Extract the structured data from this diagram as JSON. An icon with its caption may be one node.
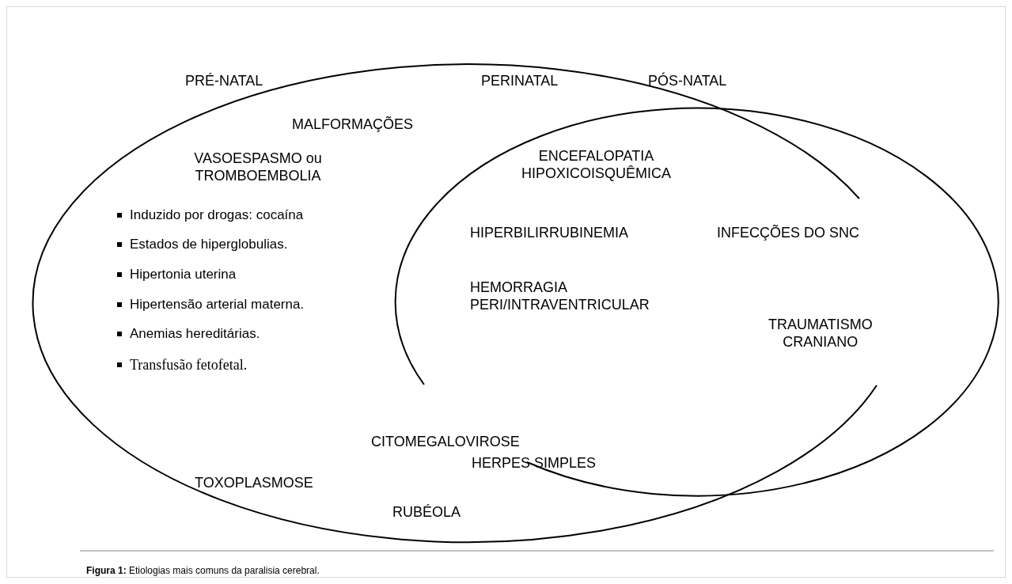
{
  "diagram": {
    "caption": "**Figura 1:** Etiologias mais comuns da paralisia cerebral.",
    "labels": [
      "PRÉ-NATAL",
      "PERINATAL",
      "PÓS-NATAL",
      "MALFORMAÇÕES",
      "VASOESPASMO ou TROMBOEMBOLIA",
      "ENCEFALOPATIA HIPOXICOISQUÊMICA",
      "Induzido por drogas: cocaína",
      "HIPERBILIRRUBINEMIA",
      "INFECÇÕES DO SNC",
      "Estados de hiperglobulias.",
      "Hipertonia uterina",
      "HEMORRAGIA PERI/INTRAVENTRICULAR",
      "Hipertensão arterial materna.",
      "TRAUMATISMO CRANIANO",
      "Anemias hereditárias.",
      "Transfusão fetofetal.",
      "CITOMEGALOVIROSE",
      "HERPES SIMPLES",
      "TOXOPLASMOSE",
      "RUBÉOLA"
    ]
  }
}
